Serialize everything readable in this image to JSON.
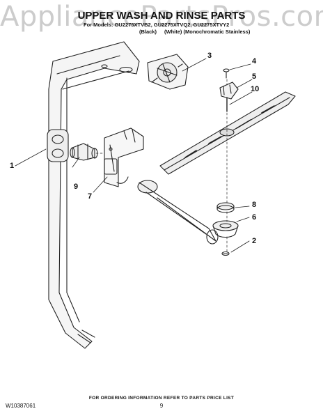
{
  "watermark": "AppliancePartsPros.com",
  "header": {
    "title": "UPPER WASH AND RINSE PARTS",
    "models": "For Models: GU2275XTVB2, GU2275XTVQ2, GU2275XTVY2",
    "variant_black": "(Black)",
    "variant_white": "(White) (Monochromatic Stainless)"
  },
  "callouts": [
    "1",
    "2",
    "3",
    "4",
    "5",
    "6",
    "7",
    "8",
    "9",
    "10"
  ],
  "footer": {
    "ordering_note": "FOR ORDERING INFORMATION REFER TO PARTS PRICE LIST",
    "doc_number": "W10387061",
    "page_number": "9"
  }
}
